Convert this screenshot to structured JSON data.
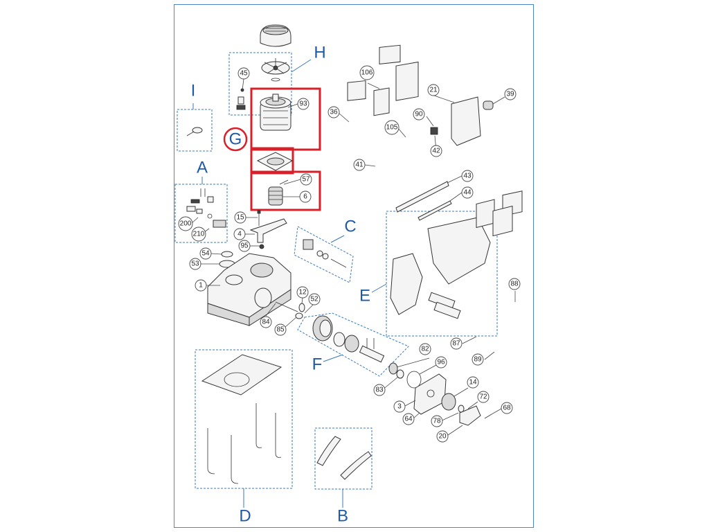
{
  "group_labels": {
    "A": "A",
    "B": "B",
    "C": "C",
    "D": "D",
    "E": "E",
    "F": "F",
    "G": "G",
    "H": "H",
    "I": "I"
  },
  "callouts": {
    "c45": "45",
    "c93": "93",
    "c57": "57",
    "c6": "6",
    "c15": "15",
    "c4": "4",
    "c95": "95",
    "c54": "54",
    "c53": "53",
    "c1": "1",
    "c200": "200",
    "c210": "210",
    "c12": "12",
    "c52": "52",
    "c84": "84",
    "c85": "85",
    "c106": "106",
    "c21": "21",
    "c39": "39",
    "c36": "36",
    "c105": "105",
    "c90": "90",
    "c42": "42",
    "c41": "41",
    "c43": "43",
    "c44": "44",
    "c88": "88",
    "c87": "87",
    "c89": "89",
    "c82": "82",
    "c96": "96",
    "c83": "83",
    "c3": "3",
    "c14": "14",
    "c72": "72",
    "c68": "68",
    "c64": "64",
    "c78": "78",
    "c20": "20"
  },
  "highlight_color": "#d9202a",
  "group_color": "#3a78b8",
  "label_color": "#1f5aa6"
}
